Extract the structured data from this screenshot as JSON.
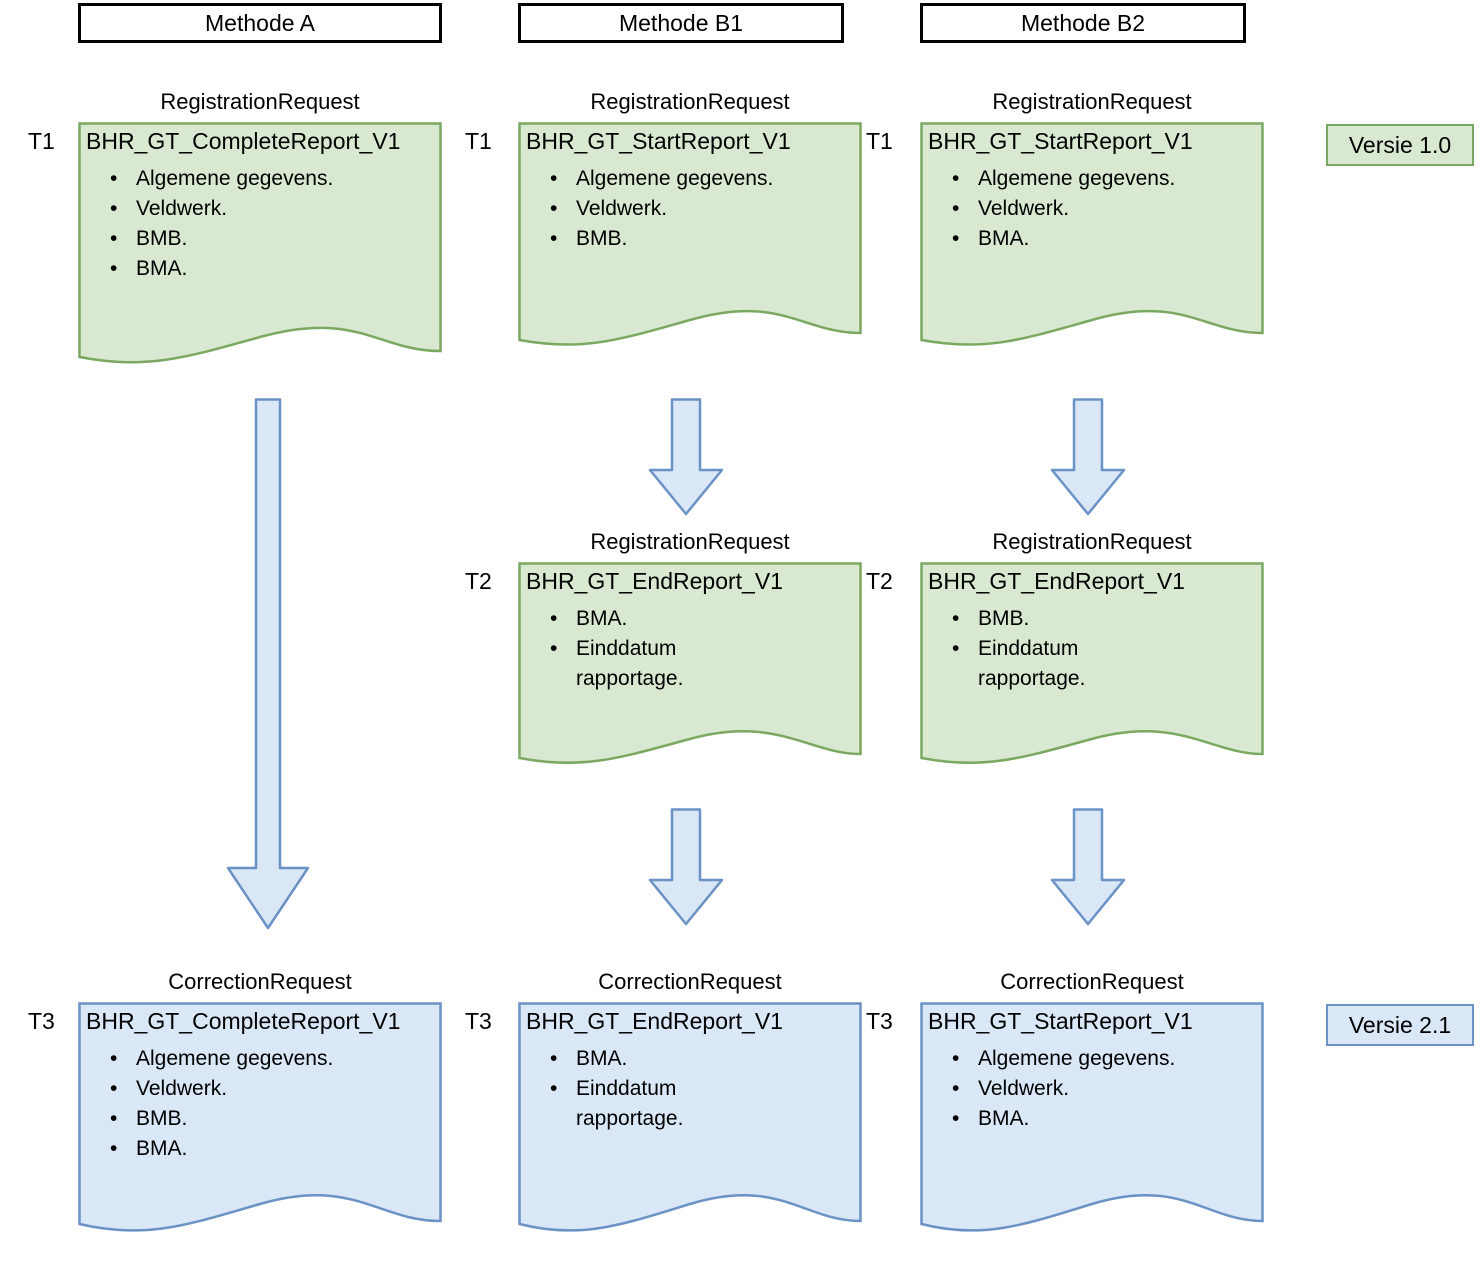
{
  "colors": {
    "green_fill": "#d9e9d1",
    "green_stroke": "#7aa860",
    "blue_fill": "#d9e7f7",
    "blue_stroke": "#6a92c4",
    "header_border": "#000000",
    "background": "#ffffff"
  },
  "headers": [
    {
      "label": "Methode A"
    },
    {
      "label": "Methode B1"
    },
    {
      "label": "Methode B2"
    }
  ],
  "time_labels": {
    "t1": "T1",
    "t2": "T2",
    "t3": "T3"
  },
  "badges": [
    {
      "label": "Versie 1.0",
      "variant": "green"
    },
    {
      "label": "Versie 2.1",
      "variant": "blue"
    }
  ],
  "documents": {
    "a_t1": {
      "caption": "RegistrationRequest",
      "title": "BHR_GT_CompleteReport_V1",
      "items": [
        "Algemene gegevens.",
        "Veldwerk.",
        "BMB.",
        "BMA."
      ],
      "time": "T1",
      "variant": "green"
    },
    "b1_t1": {
      "caption": "RegistrationRequest",
      "title": "BHR_GT_StartReport_V1",
      "items": [
        "Algemene gegevens.",
        "Veldwerk.",
        "BMB."
      ],
      "time": "T1",
      "variant": "green"
    },
    "b2_t1": {
      "caption": "RegistrationRequest",
      "title": "BHR_GT_StartReport_V1",
      "items": [
        "Algemene gegevens.",
        "Veldwerk.",
        "BMA."
      ],
      "time": "T1",
      "variant": "green"
    },
    "b1_t2": {
      "caption": "RegistrationRequest",
      "title": "BHR_GT_EndReport_V1",
      "items": [
        "BMA.",
        "Einddatum rapportage."
      ],
      "time": "T2",
      "variant": "green"
    },
    "b2_t2": {
      "caption": "RegistrationRequest",
      "title": "BHR_GT_EndReport_V1",
      "items": [
        "BMB.",
        "Einddatum rapportage."
      ],
      "time": "T2",
      "variant": "green"
    },
    "a_t3": {
      "caption": "CorrectionRequest",
      "title": "BHR_GT_CompleteReport_V1",
      "items": [
        "Algemene gegevens.",
        "Veldwerk.",
        "BMB.",
        "BMA."
      ],
      "time": "T3",
      "variant": "blue"
    },
    "b1_t3": {
      "caption": "CorrectionRequest",
      "title": "BHR_GT_EndReport_V1",
      "items": [
        "BMA.",
        "Einddatum rapportage."
      ],
      "time": "T3",
      "variant": "blue"
    },
    "b2_t3": {
      "caption": "CorrectionRequest",
      "title": "BHR_GT_StartReport_V1",
      "items": [
        "Algemene gegevens.",
        "Veldwerk.",
        "BMA."
      ],
      "time": "T3",
      "variant": "blue"
    }
  },
  "arrows": [
    {
      "name": "arrow-a-t1-to-t3",
      "direction": "down"
    },
    {
      "name": "arrow-b1-t1-to-t2",
      "direction": "down"
    },
    {
      "name": "arrow-b2-t1-to-t2",
      "direction": "down"
    },
    {
      "name": "arrow-b1-t2-to-t3",
      "direction": "down"
    },
    {
      "name": "arrow-b2-t2-to-t3",
      "direction": "down"
    }
  ]
}
